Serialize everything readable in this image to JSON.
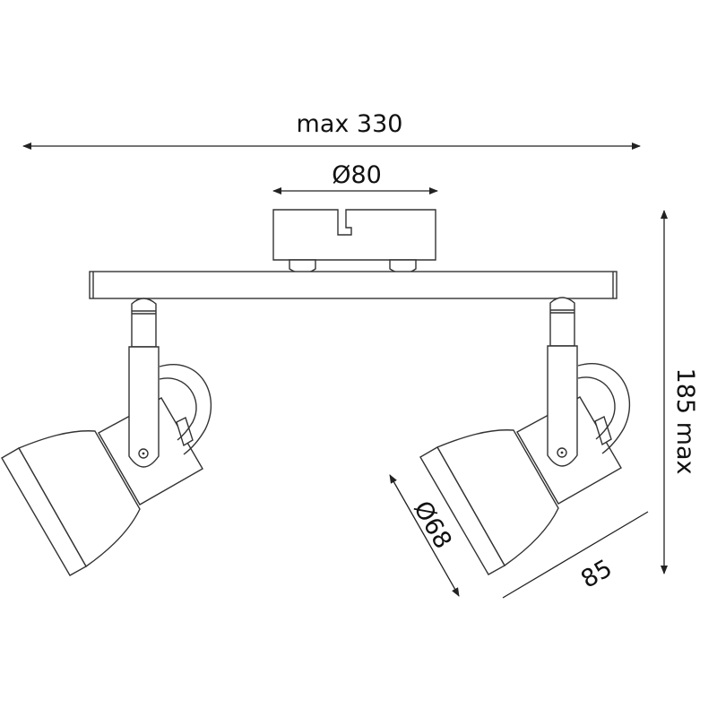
{
  "dimensions": {
    "total_width": "max 330",
    "canopy_diameter": "Ø80",
    "total_height": "185 max",
    "head_diameter": "Ø68",
    "head_length": "85"
  },
  "colors": {
    "line": "#333333",
    "background": "#ffffff"
  }
}
